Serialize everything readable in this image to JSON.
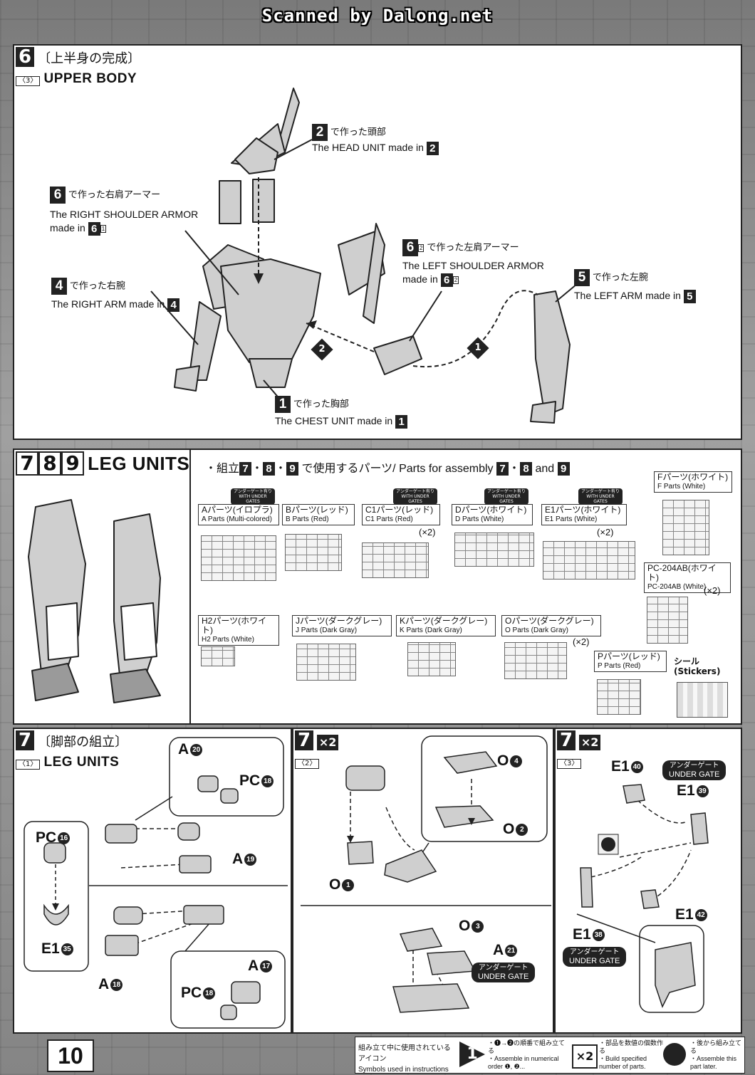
{
  "banner": "Scanned by Dalong.net",
  "page_number": "10",
  "step6": {
    "num": "6",
    "sub": "3",
    "title_jp": "〔上半身の完成〕",
    "title_en": "UPPER BODY",
    "head_jp": "で作った頭部",
    "head_en": "The HEAD UNIT made in",
    "head_ref": "2",
    "rs_jp": "で作った右肩アーマー",
    "rs_en1": "The RIGHT SHOULDER ARMOR",
    "rs_en2": "made in",
    "rs_ref": "6",
    "rs_sub": "1",
    "ra_jp": "で作った右腕",
    "ra_en": "The RIGHT ARM made in",
    "ra_ref": "4",
    "ls_jp": "で作った左肩アーマー",
    "ls_en1": "The LEFT SHOULDER ARMOR",
    "ls_en2": "made in",
    "ls_ref": "6",
    "ls_sub": "2",
    "la_jp": "で作った左腕",
    "la_en": "The LEFT ARM made in",
    "la_ref": "5",
    "chest_jp": "で作った胸部",
    "chest_en": "The CHEST UNIT made in",
    "chest_ref": "1",
    "order1": "1",
    "order2": "2"
  },
  "leg_section": {
    "n7": "7",
    "n8": "8",
    "n9": "9",
    "title": "LEG UNITS",
    "parts_jp": "・組立",
    "parts_mid": "で使用するパーツ/ Parts for assembly",
    "parts_and": "and",
    "sep": "・",
    "gate_tag": "アンダーゲート有り WITH UNDER GATES",
    "parts": [
      {
        "jp": "Aパーツ(イロプラ)",
        "en": "A Parts (Multi-colored)"
      },
      {
        "jp": "Bパーツ(レッド)",
        "en": "B Parts (Red)"
      },
      {
        "jp": "C1パーツ(レッド)",
        "en": "C1 Parts (Red)"
      },
      {
        "jp": "Dパーツ(ホワイト)",
        "en": "D Parts (White)"
      },
      {
        "jp": "E1パーツ(ホワイト)",
        "en": "E1 Parts (White)"
      },
      {
        "jp": "Fパーツ(ホワイト)",
        "en": "F Parts (White)"
      },
      {
        "jp": "PC-204AB(ホワイト)",
        "en": "PC-204AB (White)"
      },
      {
        "jp": "H2パーツ(ホワイト)",
        "en": "H2 Parts (White)"
      },
      {
        "jp": "Jパーツ(ダークグレー)",
        "en": "J Parts (Dark Gray)"
      },
      {
        "jp": "Kパーツ(ダークグレー)",
        "en": "K Parts (Dark Gray)"
      },
      {
        "jp": "Oパーツ(ダークグレー)",
        "en": "O Parts (Dark Gray)"
      },
      {
        "jp": "Pパーツ(レッド)",
        "en": "P Parts (Red)"
      }
    ],
    "x2": "(×2)",
    "sticker_jp": "シール",
    "sticker_en": "(Stickers)"
  },
  "step7_1": {
    "num": "7",
    "sub": "1",
    "title_jp": "〔脚部の組立〕",
    "title_en": "LEG UNITS",
    "labels": {
      "a20": "A",
      "a20n": "20",
      "pc18a": "PC",
      "pc18an": "18",
      "pc16": "PC",
      "pc16n": "16",
      "a19": "A",
      "a19n": "19",
      "e135": "E1",
      "e135n": "35",
      "a18": "A",
      "a18n": "18",
      "a17": "A",
      "a17n": "17",
      "pc18b": "PC",
      "pc18bn": "18"
    }
  },
  "step7_2": {
    "num": "7",
    "sub": "2",
    "mult": "×2",
    "labels": {
      "o4": "O",
      "o4n": "4",
      "o2": "O",
      "o2n": "2",
      "o1": "O",
      "o1n": "1",
      "o3": "O",
      "o3n": "3",
      "a21": "A",
      "a21n": "21"
    },
    "gate_jp": "アンダーゲート",
    "gate_en": "UNDER GATE"
  },
  "step7_3": {
    "num": "7",
    "sub": "3",
    "mult": "×2",
    "labels": {
      "e140": "E1",
      "e140n": "40",
      "e139": "E1",
      "e139n": "39",
      "e142": "E1",
      "e142n": "42",
      "e138": "E1",
      "e138n": "38"
    },
    "gate_jp": "アンダーゲート",
    "gate_en": "UNDER GATE"
  },
  "legend": {
    "title_jp": "組み立て中に使用されているアイコン",
    "title_en": "Symbols used in instructions",
    "i1_jp": "・❶→❷の順番で組み立てる",
    "i1_en1": "・Assemble in numerical",
    "i1_en2": "order ❶, ❷...",
    "i2_icon": "×2",
    "i2_jp": "・部品を数値の個数作る",
    "i2_en1": "・Build specified",
    "i2_en2": "number of parts.",
    "i3_jp": "・後から組み立てる",
    "i3_en1": "・Assemble this",
    "i3_en2": "part later."
  }
}
